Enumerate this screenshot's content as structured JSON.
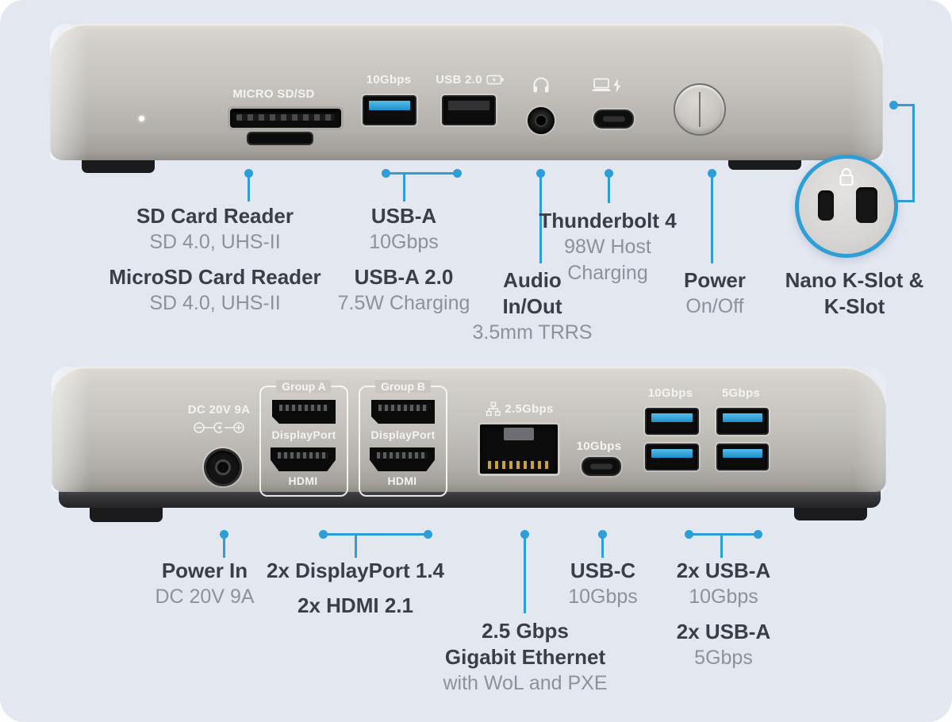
{
  "colors": {
    "accent": "#2d9fd6",
    "background": "#e2e7f0",
    "label_dark": "#3a3f47",
    "label_gray": "#8d929a",
    "usb_blue": "#2ba2dc"
  },
  "front": {
    "markings": {
      "card_reader": "MICRO SD/SD",
      "usb_a_10g": "10Gbps",
      "usb_a_20": "USB 2.0"
    },
    "callouts": {
      "sd": {
        "t1": "SD Card Reader",
        "s1": "SD 4.0, UHS-II",
        "t2": "MicroSD Card Reader",
        "s2": "SD 4.0, UHS-II"
      },
      "usb_a": {
        "t1": "USB-A",
        "s1": "10Gbps",
        "t2": "USB-A 2.0",
        "s2": "7.5W Charging"
      },
      "thunderbolt": {
        "t1": "Thunderbolt 4",
        "s1": "98W Host",
        "s2": "Charging"
      },
      "audio": {
        "t1": "Audio",
        "t2": "In/Out",
        "s1": "3.5mm TRRS"
      },
      "power": {
        "t1": "Power",
        "s1": "On/Off"
      },
      "kslot": {
        "t1": "Nano K-Slot &",
        "t2": "K-Slot"
      }
    }
  },
  "back": {
    "markings": {
      "dc": "DC 20V 9A",
      "group_a": "Group A",
      "group_b": "Group B",
      "displayport": "DisplayPort",
      "hdmi": "HDMI",
      "ethernet": "2.5Gbps",
      "usb_c": "10Gbps",
      "usb_a_10g": "10Gbps",
      "usb_a_5g": "5Gbps"
    },
    "callouts": {
      "power_in": {
        "t1": "Power In",
        "s1": "DC 20V 9A"
      },
      "video": {
        "t1": "2x DisplayPort 1.4",
        "t2": "2x HDMI 2.1"
      },
      "ethernet": {
        "t1": "2.5 Gbps",
        "t2": "Gigabit Ethernet",
        "s1": "with WoL and PXE"
      },
      "usb_c": {
        "t1": "USB-C",
        "s1": "10Gbps"
      },
      "usb_a": {
        "t1": "2x USB-A",
        "s1": "10Gbps",
        "t2": "2x USB-A",
        "s2": "5Gbps"
      }
    }
  }
}
